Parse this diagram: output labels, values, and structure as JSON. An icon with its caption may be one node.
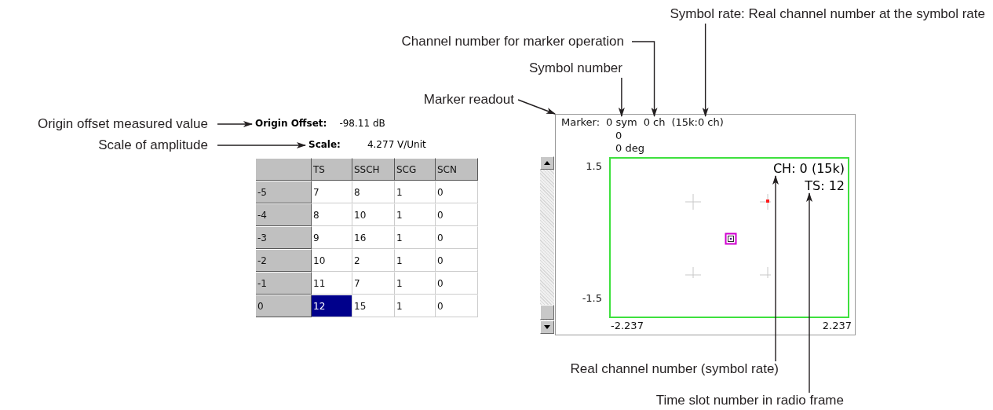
{
  "diagram": {
    "nodes": [
      {
        "text": [
          "Origin offset measured value"
        ]
      },
      {
        "text": [
          "Scale of amplitude"
        ]
      },
      {
        "text": [
          "Marker readout"
        ]
      },
      {
        "text": [
          "Symbol number"
        ]
      },
      {
        "text": [
          "Channel number for marker operation"
        ]
      },
      {
        "text": [
          "Symbol rate: Real channel number at the symbol rate"
        ]
      },
      {
        "text": [
          "Real channel number (symbol rate)"
        ]
      },
      {
        "text": [
          "Time slot number in radio frame"
        ]
      },
      {
        "text": [
          "Origin Offset:",
          "-98.11 dB"
        ]
      },
      {
        "text": [
          "Scale:",
          "4.277 V/Unit"
        ]
      },
      {
        "text": [
          "Marker:",
          "0",
          "0 deg",
          "1.5",
          "-1.5",
          "-2.237",
          "2.237"
        ]
      },
      {
        "text": [
          "0 sym"
        ],
        "in": 10
      },
      {
        "text": [
          "0 ch"
        ],
        "in": 10
      },
      {
        "text": [
          "(15k:0 ch)"
        ],
        "in": 10
      },
      {
        "text": [],
        "shape": "box",
        "in": 10
      },
      {
        "text": [
          "CH: 0 (15k)"
        ],
        "in": 14
      },
      {
        "text": [
          "TS: 12"
        ],
        "in": 14
      }
    ],
    "edges": [
      {
        "from": 0,
        "to": 8,
        "arrow": "to"
      },
      {
        "from": 1,
        "to": 9,
        "arrow": "to"
      },
      {
        "from": 2,
        "to": 10,
        "arrow": "to"
      },
      {
        "from": 3,
        "to": 11,
        "arrow": "to"
      },
      {
        "from": 4,
        "to": 12,
        "arrow": "to"
      },
      {
        "from": 5,
        "to": 13,
        "arrow": "to"
      },
      {
        "from": 6,
        "to": 15,
        "arrow": "to"
      },
      {
        "from": 7,
        "to": 16,
        "arrow": "to"
      }
    ],
    "labels": [
      "TS",
      "SSCH",
      "SCG",
      "SCN",
      "-5",
      "7",
      "8",
      "1",
      "0",
      "-4",
      "8",
      "10",
      "1",
      "0",
      "-3",
      "9",
      "16",
      "1",
      "0",
      "-2",
      "10",
      "2",
      "1",
      "0",
      "-1",
      "11",
      "7",
      "1",
      "0",
      "0",
      "12",
      "15",
      "1",
      "0"
    ]
  }
}
